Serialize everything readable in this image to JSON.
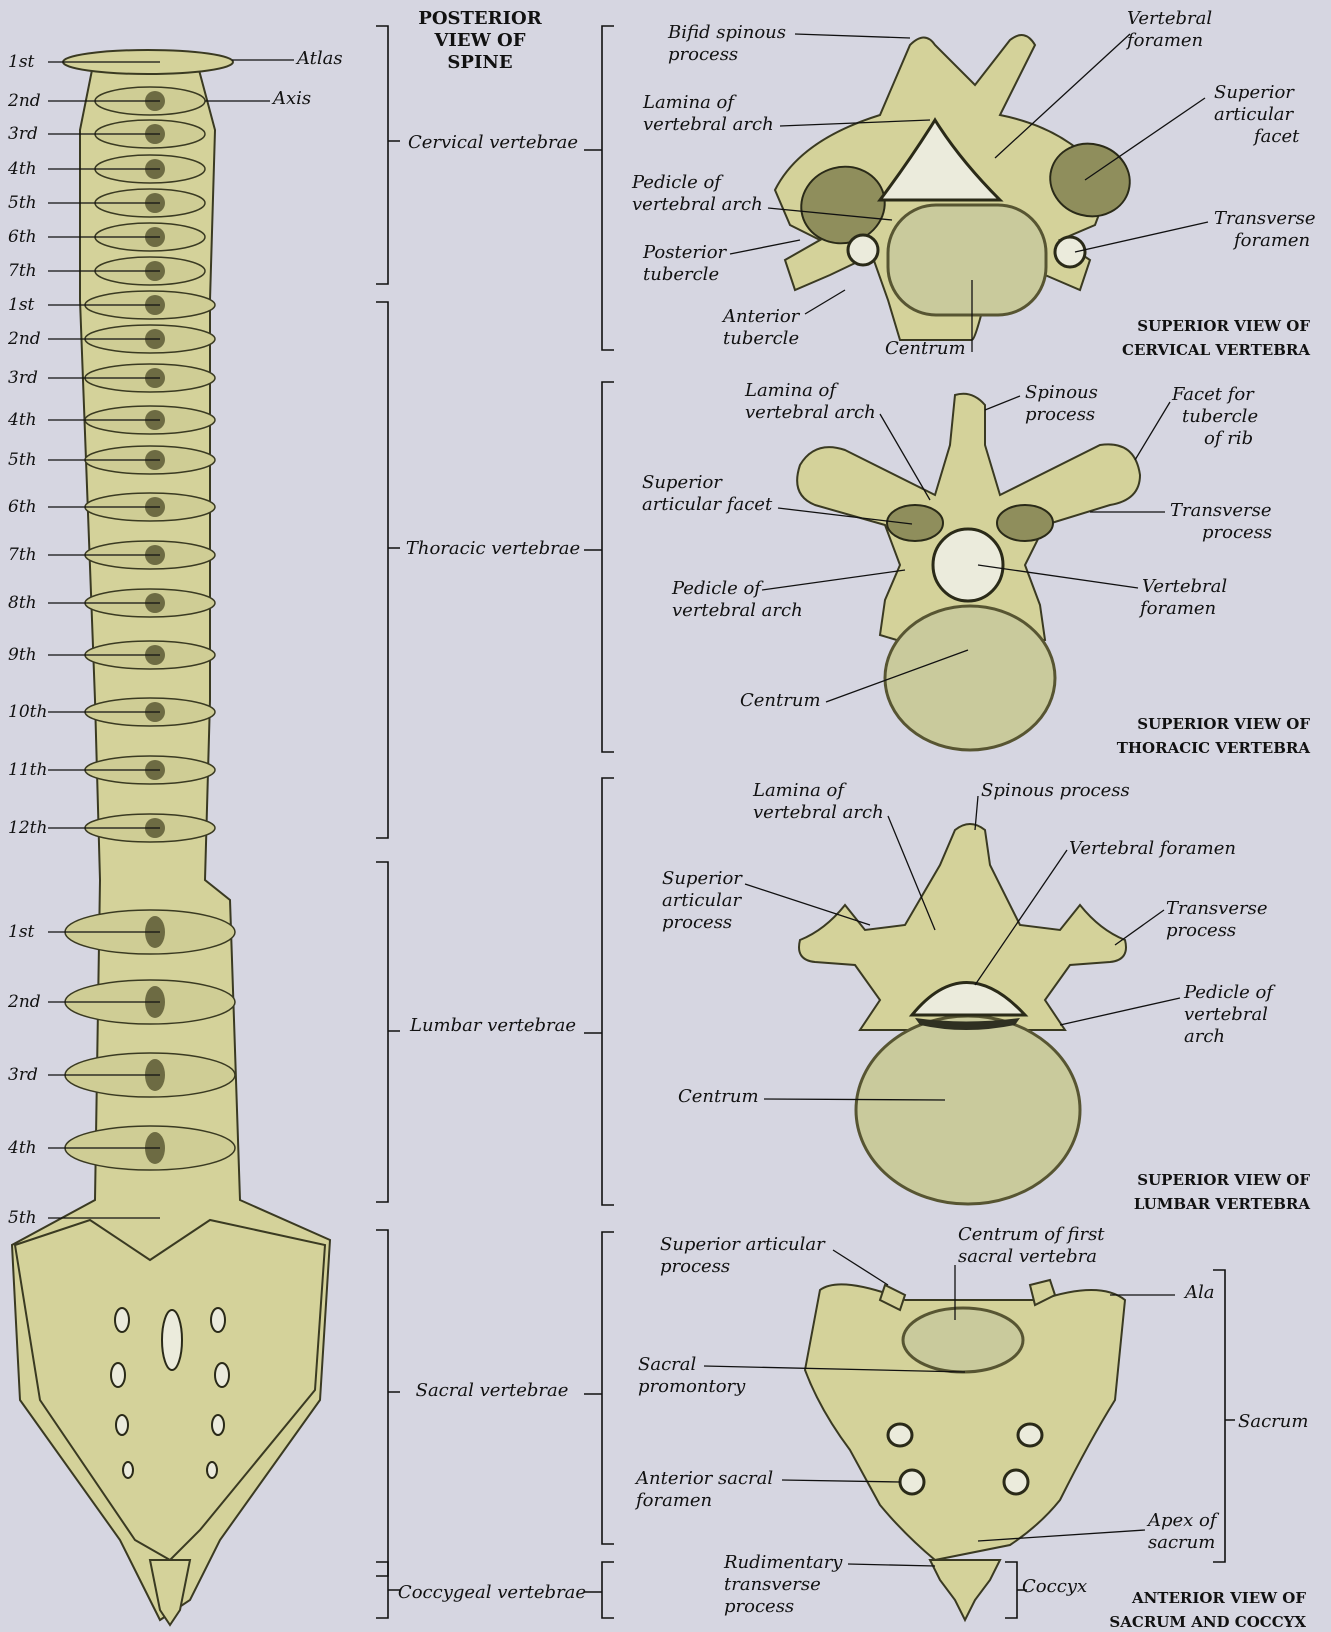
{
  "title": [
    "POSTERIOR",
    "VIEW OF",
    "SPINE"
  ],
  "spine": {
    "top_labels": {
      "atlas": "Atlas",
      "axis": "Axis"
    },
    "cervical_numbers": [
      "1st",
      "2nd",
      "3rd",
      "4th",
      "5th",
      "6th",
      "7th"
    ],
    "thoracic_numbers": [
      "1st",
      "2nd",
      "3rd",
      "4th",
      "5th",
      "6th",
      "7th",
      "8th",
      "9th",
      "10th",
      "11th",
      "12th"
    ],
    "lumbar_numbers": [
      "1st",
      "2nd",
      "3rd",
      "4th",
      "5th"
    ]
  },
  "regions": {
    "cervical": "Cervical vertebrae",
    "thoracic": "Thoracic vertebrae",
    "lumbar": "Lumbar vertebrae",
    "sacral": "Sacral vertebrae",
    "coccygeal": "Coccygeal vertebrae"
  },
  "cervical_panel": {
    "caption": [
      "SUPERIOR VIEW OF",
      "CERVICAL VERTEBRA"
    ],
    "labels": {
      "bifid": [
        "Bifid spinous",
        "process"
      ],
      "vert_foramen": [
        "Vertebral",
        "foramen"
      ],
      "lamina": [
        "Lamina of",
        "vertebral arch"
      ],
      "sup_facet": [
        "Superior",
        "articular",
        "facet"
      ],
      "pedicle": [
        "Pedicle of",
        "vertebral arch"
      ],
      "transverse_foramen": [
        "Transverse",
        "foramen"
      ],
      "post_tubercle": [
        "Posterior",
        "tubercle"
      ],
      "ant_tubercle": [
        "Anterior",
        "tubercle"
      ],
      "centrum": "Centrum"
    }
  },
  "thoracic_panel": {
    "caption": [
      "SUPERIOR VIEW OF",
      "THORACIC VERTEBRA"
    ],
    "labels": {
      "lamina": [
        "Lamina of",
        "vertebral arch"
      ],
      "spinous": [
        "Spinous",
        "process"
      ],
      "facet_rib": [
        "Facet for",
        "tubercle",
        "of rib"
      ],
      "sup_facet": [
        "Superior",
        "articular facet"
      ],
      "transverse": [
        "Transverse",
        "process"
      ],
      "pedicle": [
        "Pedicle of",
        "vertebral arch"
      ],
      "vert_foramen": [
        "Vertebral",
        "foramen"
      ],
      "centrum": "Centrum"
    }
  },
  "lumbar_panel": {
    "caption": [
      "SUPERIOR VIEW OF",
      "LUMBAR VERTEBRA"
    ],
    "labels": {
      "lamina": [
        "Lamina of",
        "vertebral arch"
      ],
      "spinous": "Spinous process",
      "vert_foramen": "Vertebral foramen",
      "sup_process": [
        "Superior",
        "articular",
        "process"
      ],
      "transverse": [
        "Transverse",
        "process"
      ],
      "pedicle": [
        "Pedicle of",
        "vertebral",
        "arch"
      ],
      "centrum": "Centrum"
    }
  },
  "sacrum_panel": {
    "caption": [
      "ANTERIOR VIEW OF",
      "SACRUM AND COCCYX"
    ],
    "labels": {
      "sup_process": [
        "Superior articular",
        "process"
      ],
      "centrum_first": [
        "Centrum of first",
        "sacral vertebra"
      ],
      "ala": "Ala",
      "promontory": [
        "Sacral",
        "promontory"
      ],
      "sacrum": "Sacrum",
      "ant_foramen": [
        "Anterior sacral",
        "foramen"
      ],
      "apex": [
        "Apex of",
        "sacrum"
      ],
      "rudimentary": [
        "Rudimentary",
        "transverse",
        "process"
      ],
      "coccyx": "Coccyx"
    }
  },
  "colors": {
    "background": "#d6d6e1",
    "bone": "#d4d29a",
    "shadow": "#2f3022"
  }
}
